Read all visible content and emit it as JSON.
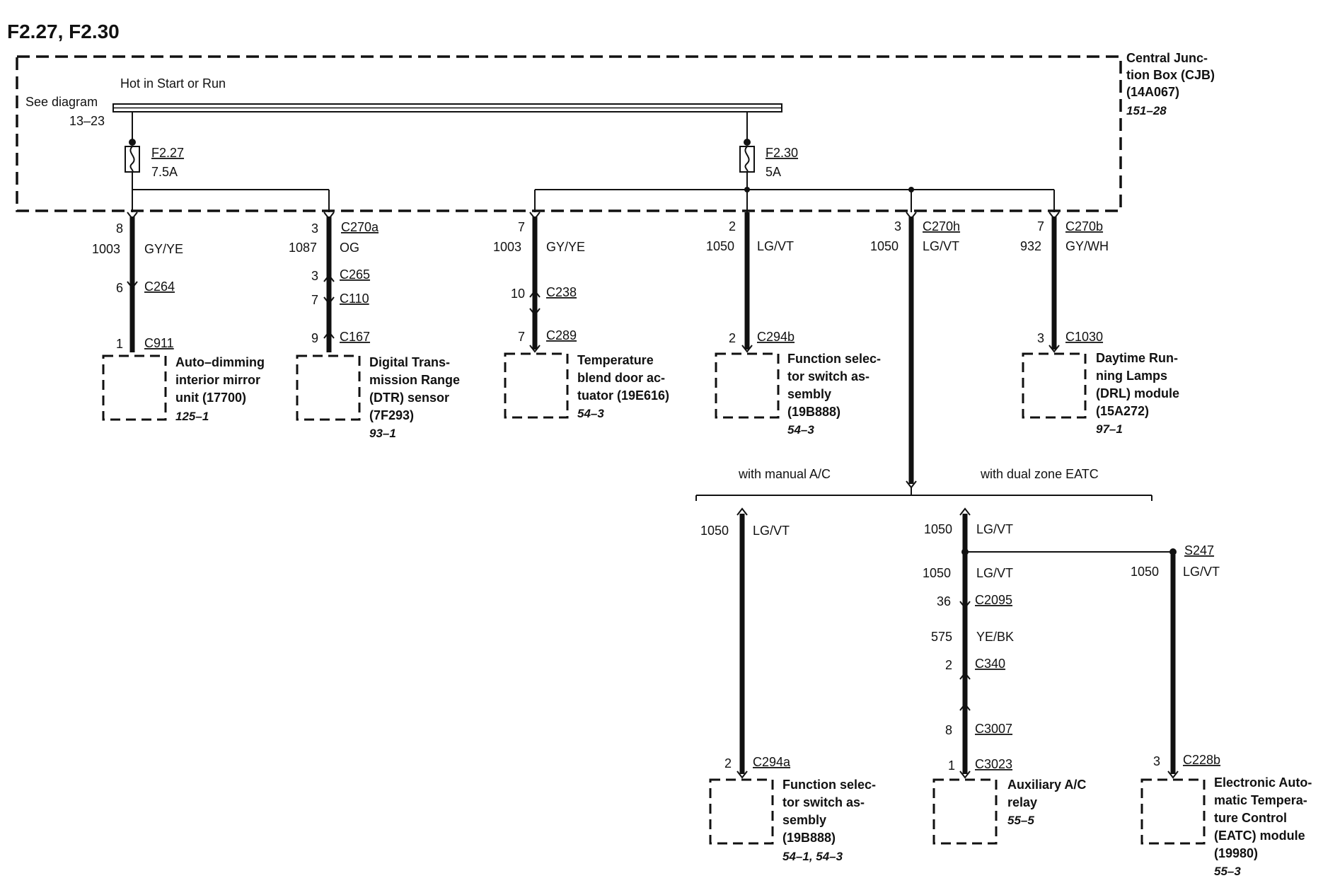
{
  "title": "F2.27, F2.30",
  "cjb": {
    "lines": [
      "Central Junc-",
      "tion Box (CJB)",
      "(14A067)"
    ],
    "ref": "151–28"
  },
  "busbar": {
    "label": "Hot in Start or Run",
    "see": "See diagram",
    "see_ref": "13–23"
  },
  "fuses": {
    "f227": {
      "name": "F2.27",
      "rating": "7.5A"
    },
    "f230": {
      "name": "F2.30",
      "rating": "5A"
    }
  },
  "branches": {
    "b1": {
      "pin": "8",
      "circuit": "1003",
      "color": "GY/YE",
      "mid_pin": "6",
      "mid_conn": "C264",
      "end_pin": "1",
      "end_conn": "C911",
      "comp": [
        "Auto–dimming",
        "interior mirror",
        "unit (17700)"
      ],
      "ref": "125–1"
    },
    "b2": {
      "pin": "3",
      "conn": "C270a",
      "circuit": "1087",
      "color": "OG",
      "c1_pin": "3",
      "c1": "C265",
      "c2_pin": "7",
      "c2": "C110",
      "end_pin": "9",
      "end_conn": "C167",
      "comp": [
        "Digital Trans-",
        "mission Range",
        "(DTR) sensor",
        "(7F293)"
      ],
      "ref": "93–1"
    },
    "b3": {
      "pin": "7",
      "circuit": "1003",
      "color": "GY/YE",
      "mid_pin": "10",
      "mid_conn": "C238",
      "end_pin": "7",
      "end_conn": "C289",
      "comp": [
        "Temperature",
        "blend door ac-",
        "tuator (19E616)"
      ],
      "ref": "54–3"
    },
    "b4": {
      "pin": "2",
      "circuit": "1050",
      "color": "LG/VT",
      "end_pin": "2",
      "end_conn": "C294b",
      "comp": [
        "Function selec-",
        "tor switch as-",
        "sembly",
        "(19B888)"
      ],
      "ref": "54–3"
    },
    "b5": {
      "pin": "3",
      "conn": "C270h",
      "circuit": "1050",
      "color": "LG/VT"
    },
    "b6": {
      "pin": "7",
      "conn": "C270b",
      "circuit": "932",
      "color": "GY/WH",
      "end_pin": "3",
      "end_conn": "C1030",
      "comp": [
        "Daytime Run-",
        "ning Lamps",
        "(DRL) module",
        "(15A272)"
      ],
      "ref": "97–1"
    }
  },
  "options": {
    "manual": "with manual A/C",
    "dual": "with dual zone EATC"
  },
  "lower": {
    "m": {
      "circuit": "1050",
      "color": "LG/VT",
      "end_pin": "2",
      "end_conn": "C294a",
      "comp": [
        "Function selec-",
        "tor switch as-",
        "sembly",
        "(19B888)"
      ],
      "ref": "54–1, 54–3"
    },
    "d": {
      "circuit": "1050",
      "color": "LG/VT",
      "circuit2": "1050",
      "color2": "LG/VT",
      "c1_pin": "36",
      "c1": "C2095",
      "circuit3": "575",
      "color3": "YE/BK",
      "c2_pin": "2",
      "c2": "C340",
      "c3_pin": "8",
      "c3": "C3007",
      "end_pin": "1",
      "end_conn": "C3023",
      "comp": [
        "Auxiliary A/C",
        "relay"
      ],
      "ref": "55–5"
    },
    "s": {
      "splice": "S247",
      "circuit": "1050",
      "color": "LG/VT",
      "end_pin": "3",
      "end_conn": "C228b",
      "comp": [
        "Electronic Auto-",
        "matic Tempera-",
        "ture Control",
        "(EATC) module",
        "(19980)"
      ],
      "ref": "55–3"
    }
  }
}
